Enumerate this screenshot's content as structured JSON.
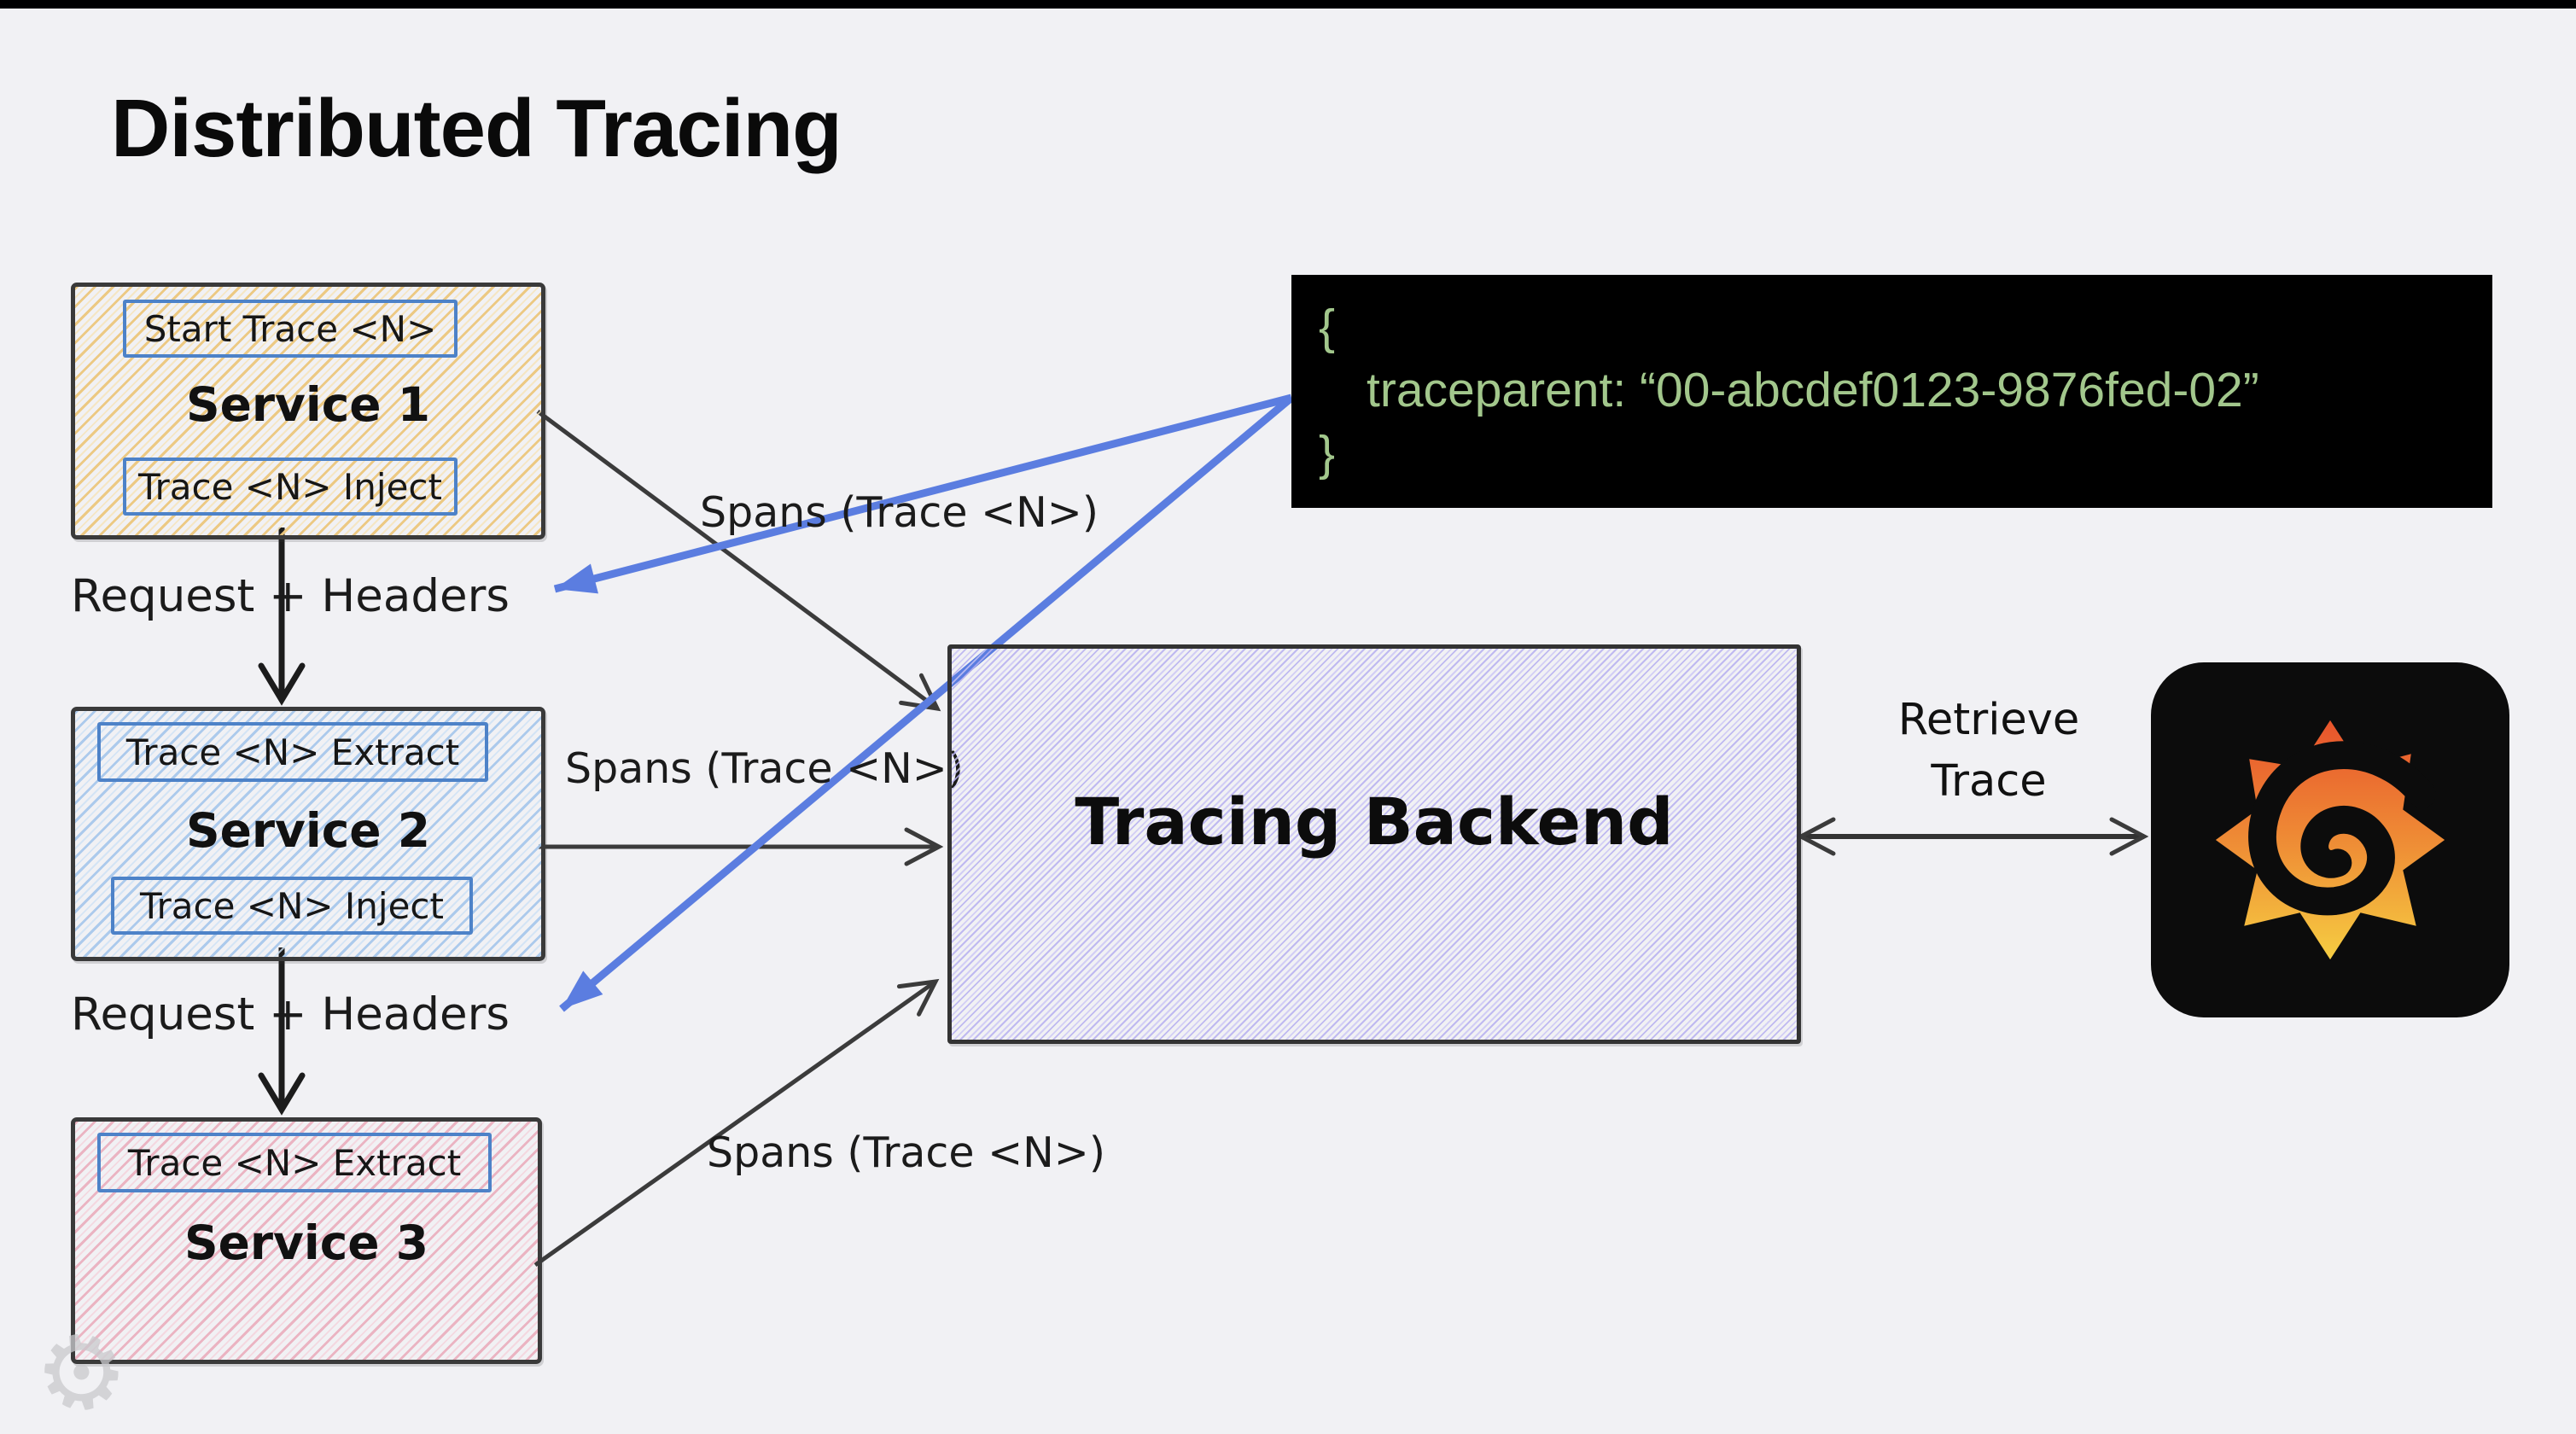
{
  "title": "Distributed Tracing",
  "services": [
    {
      "name": "Service 1",
      "top_box": "Start Trace <N>",
      "bottom_box": "Trace <N> Inject"
    },
    {
      "name": "Service 2",
      "top_box": "Trace <N> Extract",
      "bottom_box": "Trace <N> Inject"
    },
    {
      "name": "Service 3",
      "top_box": "Trace <N> Extract"
    }
  ],
  "backend": {
    "label": "Tracing Backend"
  },
  "edges": {
    "request_headers_1": "Request + Headers",
    "request_headers_2": "Request + Headers",
    "spans_1": "Spans (Trace <N>)",
    "spans_2": "Spans (Trace <N>)",
    "spans_3": "Spans (Trace <N>)",
    "retrieve_line1": "Retrieve",
    "retrieve_line2": "Trace"
  },
  "code_snippet": {
    "open_brace": "{",
    "line": "traceparent: “00-abcdef0123-9876fed-02”",
    "close_brace": "}"
  },
  "icons": {
    "grafana": "grafana-flame",
    "watermark_gear": "⚙"
  },
  "colors": {
    "background": "#f1f1f4",
    "service1_hatch": "#ecc77d",
    "service2_hatch": "#a8c8ec",
    "service3_hatch": "#eaadbd",
    "backend_hatch": "#b6aff0",
    "inner_border_blue": "#4d82c8",
    "arrow_black": "#3b3b3b",
    "arrow_blue": "#5b7de0",
    "code_green": "#a2c78c",
    "grafana_orange": "#e8542c",
    "grafana_yellow": "#f6cd42"
  }
}
